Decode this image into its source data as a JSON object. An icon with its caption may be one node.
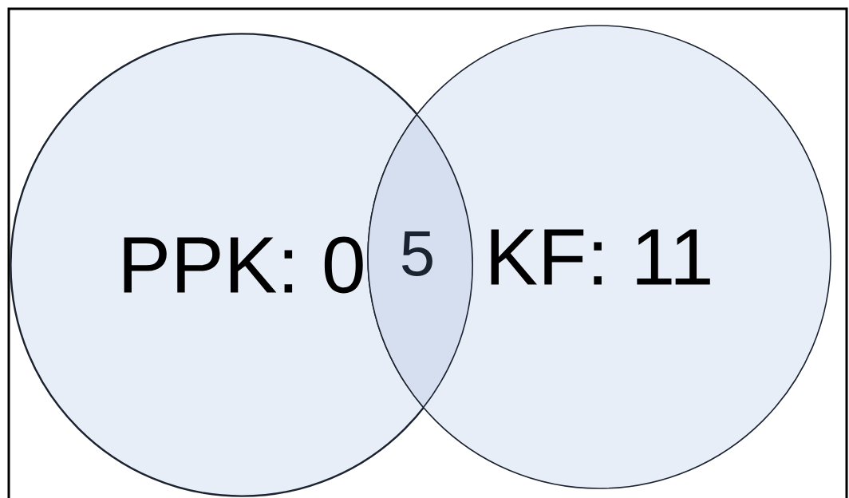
{
  "diagram": {
    "nodes": [
      {
        "text": [
          "PPK: 0"
        ]
      },
      {
        "text": [
          "KF: 11"
        ]
      }
    ],
    "labels": [
      "5"
    ]
  }
}
